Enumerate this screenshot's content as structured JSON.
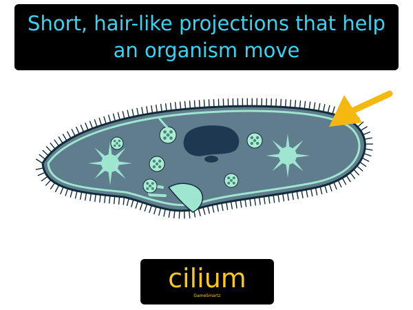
{
  "definition": {
    "text": "Short, hair-like projections that help an organism move"
  },
  "term": {
    "text": "cilium"
  },
  "brand": {
    "text": "GameSmartz"
  },
  "illustration": {
    "subject": "paramecium",
    "icons": [
      "paramecium-illustration",
      "arrow-icon"
    ],
    "colors": {
      "body_fill": "#5f7d8d",
      "body_outline": "#0f2a38",
      "membrane": "#9ee6cf",
      "nucleus": "#1d3850",
      "vacuole_fill": "#b0ead2",
      "vacuole_dots": "#3e8e80",
      "arrow": "#f5b80f"
    }
  },
  "colors": {
    "definition_text": "#3ad4f3",
    "term_text": "#f8c81c",
    "box_background": "#000000",
    "page_background": "#ffffff"
  }
}
